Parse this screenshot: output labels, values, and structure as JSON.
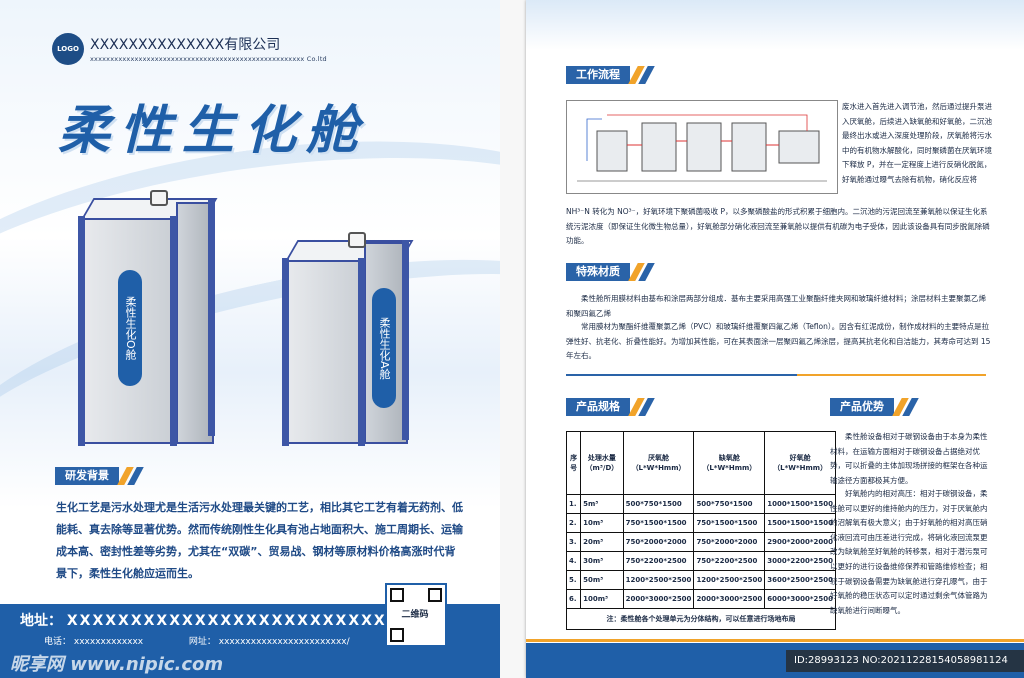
{
  "left": {
    "logo": "LOGO",
    "company": "XXXXXXXXXXXXXX有限公司",
    "company_en": "xxxxxxxxxxxxxxxxxxxxxxxxxxxxxxxxxxxxxxxxxxxxxxxxxxxxx Co.ltd",
    "title": "柔性生化舱",
    "tank_o": "柔性生化O舱",
    "tank_a": "柔性生化A舱",
    "section_bg": "研发背景",
    "bg_text": "生化工艺是污水处理尤是生活污水处理最关键的工艺，相比其它工艺有着无药剂、低能耗、真去除等显著优势。然而传统刚性生化具有池占地面积大、施工周期长、运输成本高、密封性差等劣势，尤其在“双碳”、贸易战、钢材等原材料价格高涨时代背景下，柔性生化舱应运而生。",
    "address_label": "地址：",
    "address_value": "XXXXXXXXXXXXXXXXXXXXXXXXX",
    "phone_label": "电话：",
    "phone_value": "xxxxxxxxxxxxx",
    "web_label": "网址：",
    "web_value": "xxxxxxxxxxxxxxxxxxxxxxxx/",
    "qr_label": "二维码",
    "watermark": "昵享网 www.nipic.com"
  },
  "right": {
    "section_flow": "工作流程",
    "flow_text": "废水进入首先进入调节池，然后通过提升泵进入厌氧舱，后续进入缺氧舱和好氧舱，二沉池最终出水或进入深度处理阶段，厌氧舱将污水中的有机物水解酸化，同时聚磷菌在厌氧环境下释放 P，并在一定程度上进行反硝化脱氮，好氧舱通过曝气去除有机物，硝化反应将",
    "flow_text2": "NH³⁻N 转化为 NO³⁻，好氧环境下聚磷菌吸收 P，以多聚磷酸盐的形式积累于细胞内。二沉池的污泥回流至兼氧舱以保证生化系统污泥浓度（即保证生化微生物总量），好氧舱部分硝化液回流至兼氧舱以提供有机碳为电子受体，因此该设备具有同步脱氮除磷功能。",
    "section_material": "特殊材质",
    "material_text1": "柔性舱所用膜材料由基布和涂层两部分组成．基布主要采用高强工业聚酯纤维夹网和玻璃纤维材料；涂层材料主要聚氯乙烯和聚四氟乙烯",
    "material_text2": "常用膜材为聚酯纤维覆聚氯乙烯（PVC）和玻璃纤维覆聚四氟乙烯（Teflon）。因含有红泥成份，制作成材料的主要特点是拉弹性好、抗老化、折叠性能好。为增加其性能，可在其表面涂一层聚四氟乙烯涂层，提高其抗老化和自洁能力，其寿命可达到 15 年左右。",
    "section_spec": "产品规格",
    "spec_headers": [
      "序号",
      "处理水量（m³/D）",
      "厌氧舱（L*W*Hmm）",
      "缺氧舱（L*W*Hmm）",
      "好氧舱（L*W*Hmm）"
    ],
    "spec_rows": [
      [
        "1.",
        "5m³",
        "500*750*1500",
        "500*750*1500",
        "1000*1500*1500"
      ],
      [
        "2.",
        "10m³",
        "750*1500*1500",
        "750*1500*1500",
        "1500*1500*1500"
      ],
      [
        "3.",
        "20m³",
        "750*2000*2000",
        "750*2000*2000",
        "2900*2000*2000"
      ],
      [
        "4.",
        "30m³",
        "750*2200*2500",
        "750*2200*2500",
        "3000*2200*2500"
      ],
      [
        "5.",
        "50m³",
        "1200*2500*2500",
        "1200*2500*2500",
        "3600*2500*2500"
      ],
      [
        "6.",
        "100m³",
        "2000*3000*2500",
        "2000*3000*2500",
        "6000*3000*2500"
      ]
    ],
    "spec_note": "注：柔性舱各个处理单元为分体结构，可以任意进行场地布局",
    "section_adv": "产品优势",
    "adv_text1": "柔性舱设备相对于碳钢设备由于本身为柔性材料，在运输方面相对于碳钢设备占据绝对优势，可以折叠的主体加现场拼接的框架在各种运输途径方面都极其方便。",
    "adv_text2": "好氧舱内的相对高压：相对于碳钢设备，柔性舱可以更好的维持舱内的压力，对于厌氧舱内的沼解氧有极大意义；由于好氧舱的相对高压硝化液回流可由压差进行完成，将硝化液回流泵更改为缺氧舱至好氧舱的转移泵，相对于潜污泵可以更好的进行设备维修保养和管路维修检查；相较于碳钢设备需要为缺氧舱进行穿孔曝气，由于好氧舱的稳压状态可以定时通过剩余气体管路为缺氧舱进行间断曝气。",
    "image_id": "ID:28993123 NO:20211228154058981124"
  },
  "colors": {
    "brand_blue": "#1f5fa8",
    "accent_orange": "#f1a32a"
  }
}
